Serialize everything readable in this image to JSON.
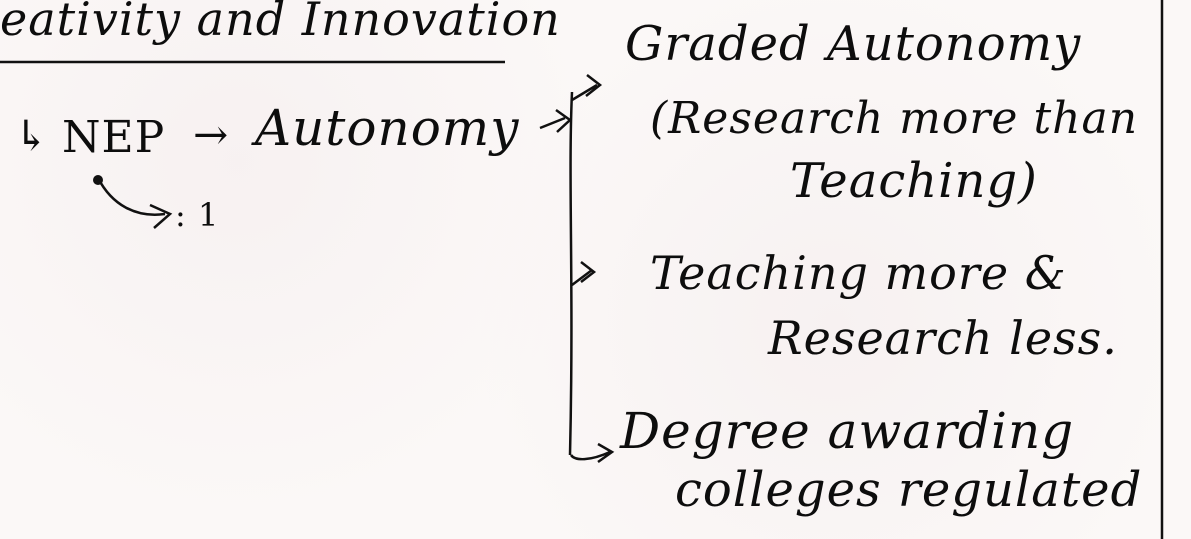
{
  "heading": {
    "text": "eativity and Innovation"
  },
  "root": {
    "prefix": "↳",
    "nep": "NEP",
    "arrow": "→",
    "autonomy": "Autonomy",
    "sub_note": ": 1"
  },
  "branches": [
    {
      "line1": "Graded Autonomy",
      "line2": "(Research more than",
      "line3": "Teaching)"
    },
    {
      "line1": "Teaching more &",
      "line2": "Research less."
    },
    {
      "line1": "Degree awarding",
      "line2": "colleges regulated"
    }
  ]
}
